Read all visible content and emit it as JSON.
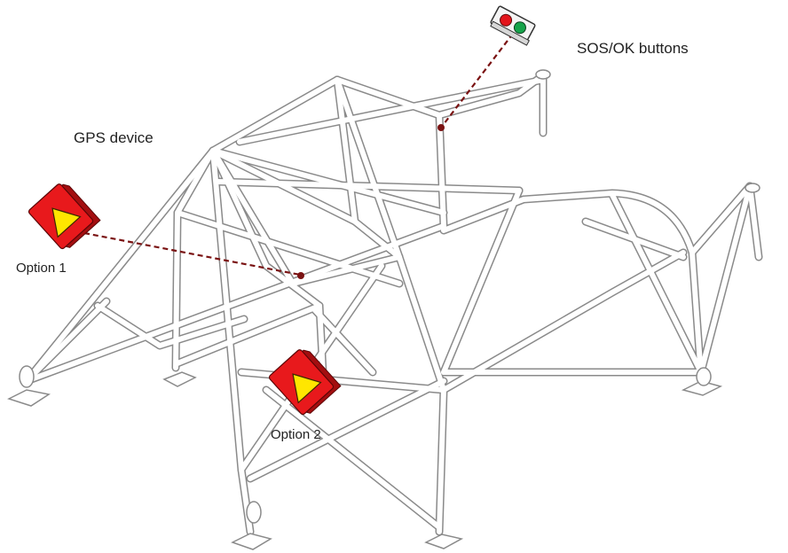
{
  "labels": {
    "sos_ok": "SOS/OK buttons",
    "gps_device": "GPS device",
    "option1": "Option 1",
    "option2": "Option 2"
  },
  "colors": {
    "tube_outline": "#8a8a8a",
    "tube_fill": "#ffffff",
    "leader_line": "#7a1212",
    "device_red": "#e8191c",
    "device_side": "#a30e10",
    "warning_yellow": "#ffe600",
    "button_red": "#e3141b",
    "button_green": "#16a34a"
  },
  "icons": {
    "gps_option1": "gps-device-icon",
    "gps_option2": "gps-device-icon",
    "sos_panel": "sos-ok-button-panel-icon"
  }
}
